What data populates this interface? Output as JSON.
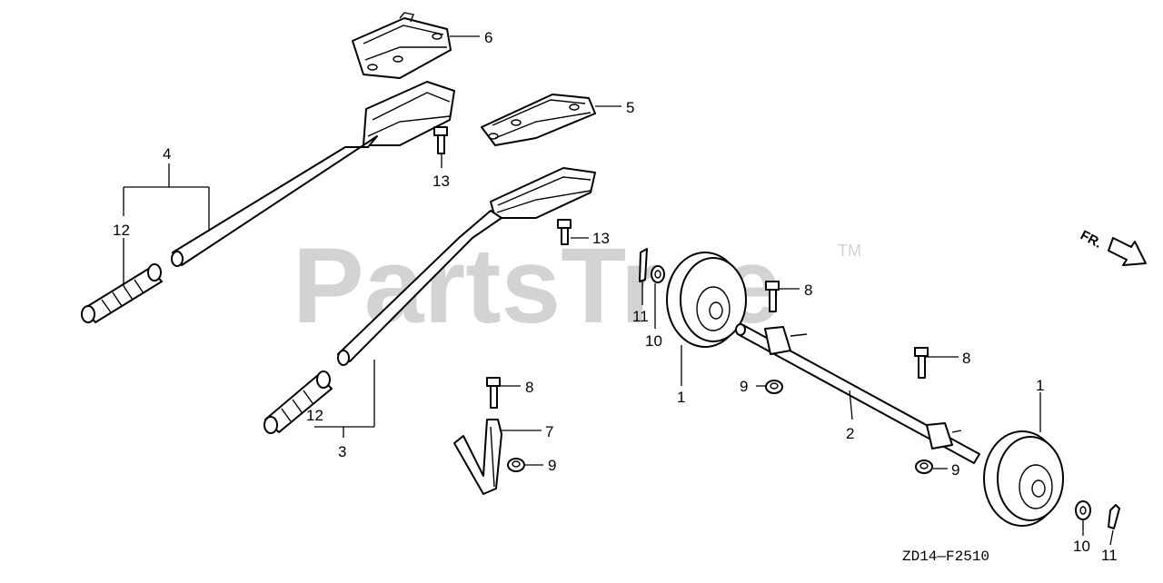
{
  "watermark": {
    "text": "PartsTree",
    "mark": "TM"
  },
  "diagram_code": "ZD14—F2510",
  "direction_label": "FR.",
  "callouts": [
    {
      "id": "c6",
      "label": "6"
    },
    {
      "id": "c5",
      "label": "5"
    },
    {
      "id": "c4",
      "label": "4"
    },
    {
      "id": "c12a",
      "label": "12"
    },
    {
      "id": "c13a",
      "label": "13"
    },
    {
      "id": "c13b",
      "label": "13"
    },
    {
      "id": "c11a",
      "label": "11"
    },
    {
      "id": "c10a",
      "label": "10"
    },
    {
      "id": "c8a",
      "label": "8"
    },
    {
      "id": "c1a",
      "label": "1"
    },
    {
      "id": "c9a",
      "label": "9"
    },
    {
      "id": "c8b",
      "label": "8"
    },
    {
      "id": "c1b",
      "label": "1"
    },
    {
      "id": "c2",
      "label": "2"
    },
    {
      "id": "c9b",
      "label": "9"
    },
    {
      "id": "c8c",
      "label": "8"
    },
    {
      "id": "c7",
      "label": "7"
    },
    {
      "id": "c9c",
      "label": "9"
    },
    {
      "id": "c12b",
      "label": "12"
    },
    {
      "id": "c3",
      "label": "3"
    },
    {
      "id": "c10b",
      "label": "10"
    },
    {
      "id": "c11b",
      "label": "11"
    }
  ]
}
